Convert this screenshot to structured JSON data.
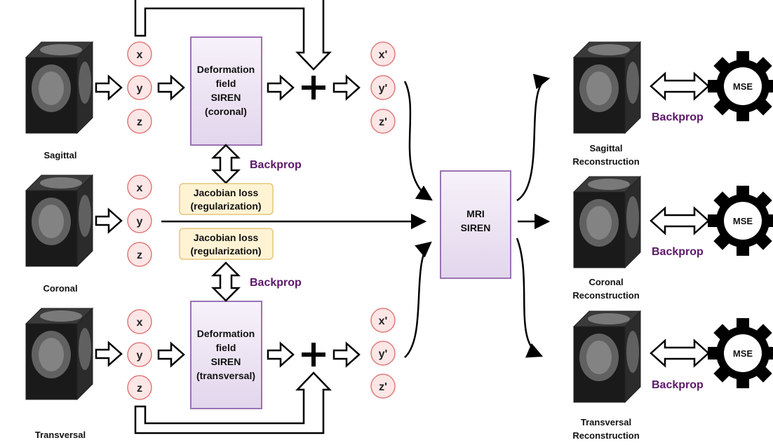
{
  "inputs": {
    "sagittal": "Sagittal",
    "coronal": "Coronal",
    "transversal": "Transversal"
  },
  "coords": {
    "x": "x",
    "y": "y",
    "z": "z",
    "xp": "x'",
    "yp": "y'",
    "zp": "z'"
  },
  "deformation_top": [
    "Deformation",
    "field",
    "SIREN",
    "(coronal)"
  ],
  "deformation_bottom": [
    "Deformation",
    "field",
    "SIREN",
    "(transversal)"
  ],
  "jacobian": [
    "Jacobian loss",
    "(regularization)"
  ],
  "backprop": "Backprop",
  "mri_siren": [
    "MRI",
    "SIREN"
  ],
  "outputs": {
    "sagittal": [
      "Sagittal",
      "Reconstruction"
    ],
    "coronal": [
      "Coronal",
      "Reconstruction"
    ],
    "transversal": [
      "Transversal",
      "Reconstruction"
    ]
  },
  "mse": "MSE",
  "colors": {
    "siren_fill": "#e9e0f0",
    "siren_stroke": "#9b73b3",
    "coord_fill": "#fde6e6",
    "coord_stroke": "#e07a7a",
    "jac_fill": "#fff3d4",
    "jac_stroke": "#e3c77a",
    "backprop": "#5b1768"
  },
  "icons": [
    "mri-volume-icon",
    "gear-icon",
    "plus-icon",
    "hollow-arrow-icon",
    "double-arrow-icon"
  ]
}
